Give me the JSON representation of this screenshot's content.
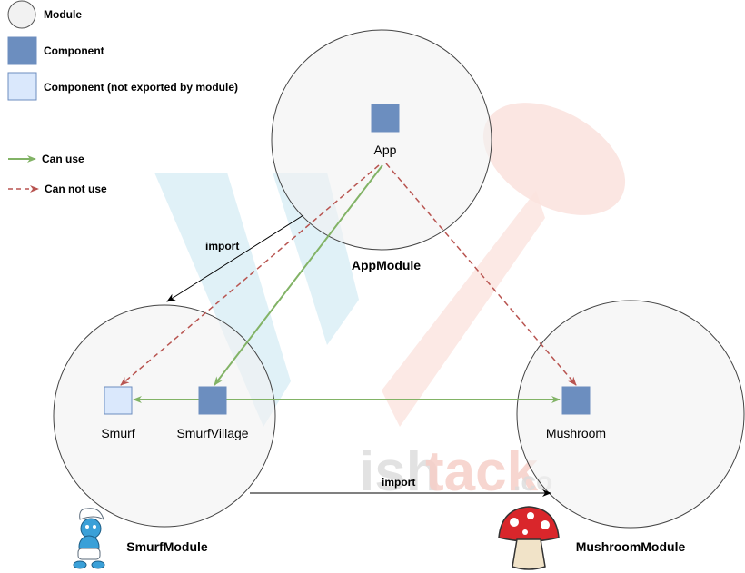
{
  "legend": {
    "module": "Module",
    "component": "Component",
    "component_not_exported": "Component (not exported by module)",
    "can_use": "Can use",
    "can_not_use": "Can not use"
  },
  "modules": {
    "app": "AppModule",
    "smurf": "SmurfModule",
    "mushroom": "MushroomModule"
  },
  "components": {
    "app": "App",
    "smurf": "Smurf",
    "smurf_village": "SmurfVillage",
    "mushroom": "Mushroom"
  },
  "edges": {
    "import_app_smurf": "import",
    "import_smurf_mushroom": "import"
  },
  "watermark": {
    "text_a": "ish",
    "text_b": "tack",
    "text_c": ".co"
  },
  "colors": {
    "module_fill": "#f2f2f2",
    "component": "#6c8ebf",
    "component_not_exported": "#dae8fc",
    "can_use": "#82b366",
    "can_not_use": "#b85450",
    "watermark_blue": "#d8eef5",
    "watermark_red": "#fbe3df",
    "mushroom_red": "#d9262b",
    "smurf_blue": "#3aa0d8"
  }
}
